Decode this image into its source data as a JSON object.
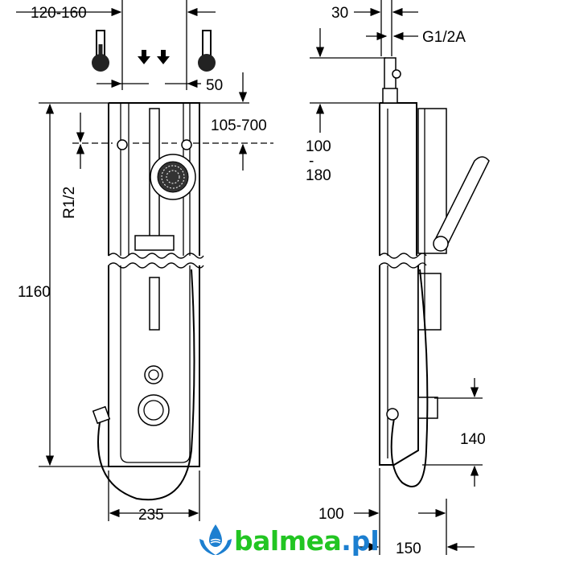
{
  "dimensions": {
    "front": {
      "outlet_spacing": "120-160",
      "offset": "50",
      "vertical_range": "105-700",
      "thread": "R1/2",
      "height": "1160",
      "width": "235"
    },
    "side": {
      "inlet_offset": "30",
      "connection": "G1/2A",
      "depth_min": "100",
      "depth_max": "180",
      "range_sep": "-",
      "hose_height": "140",
      "base_depth": "100",
      "total_depth": "150"
    }
  },
  "icons": [
    "hot-thermometer-icon",
    "cold-thermometer-icon",
    "flow-arrows-icon"
  ],
  "logo": {
    "brand": "balmea",
    "tld": ".pl",
    "brand_color": "#22c522",
    "accent_color": "#1c7fd0"
  }
}
